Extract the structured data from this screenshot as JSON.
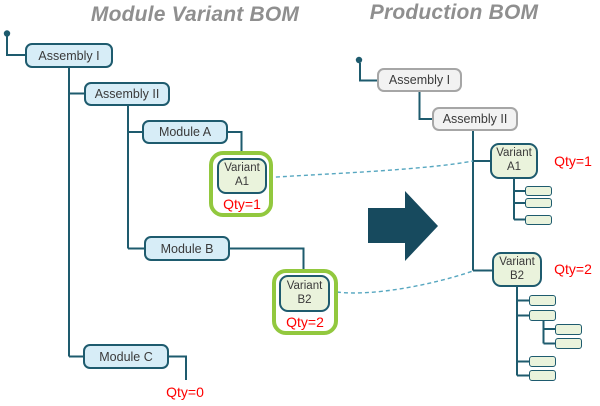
{
  "titles": {
    "left": "Module Variant BOM",
    "right": "Production BOM"
  },
  "left_bom": {
    "assembly_i": "Assembly I",
    "assembly_ii": "Assembly II",
    "module_a": "Module A",
    "variant_a1": "Variant A1",
    "variant_a1_qty": "Qty=1",
    "module_b": "Module B",
    "variant_b2": "Variant B2",
    "variant_b2_qty": "Qty=2",
    "module_c": "Module C",
    "module_c_qty": "Qty=0"
  },
  "right_bom": {
    "assembly_i": "Assembly I",
    "assembly_ii": "Assembly II",
    "variant_a1": "Variant A1",
    "variant_a1_qty": "Qty=1",
    "variant_b2": "Variant B2",
    "variant_b2_qty": "Qty=2"
  },
  "colors": {
    "connector_teal": "#1e5b6e",
    "arrow_teal": "#174a5e",
    "node_blue_fill": "#d7edf7",
    "variant_green_fill": "#eaf3dc",
    "highlight_green": "#92c83e",
    "gray_node_fill": "#f2f2f2",
    "gray_node_border": "#a6a6a6",
    "qty_red": "#ff0000",
    "title_gray": "#8f8f8f",
    "mapping_dash_teal": "#57a7c0"
  }
}
